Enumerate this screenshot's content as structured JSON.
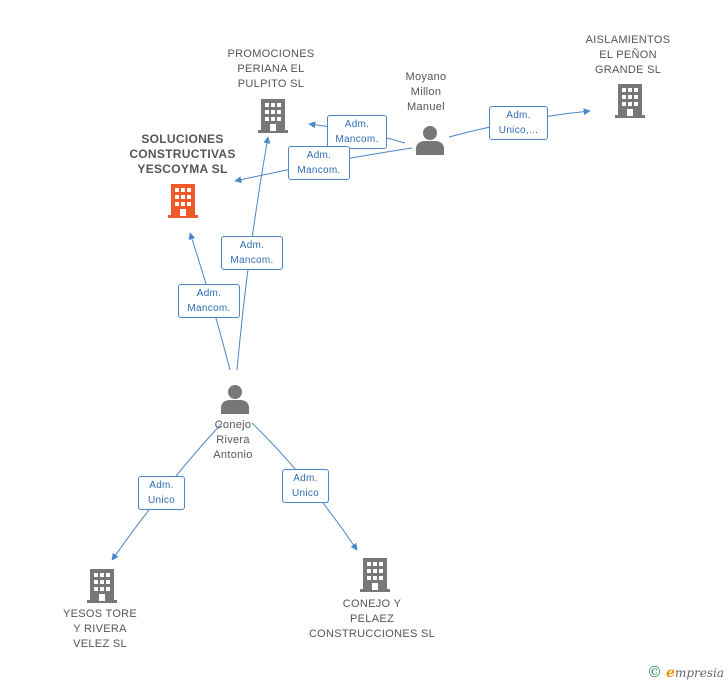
{
  "colors": {
    "edge": "#4a86c8",
    "company": "#777777",
    "focus_company": "#f05a28",
    "person": "#777777"
  },
  "nodes": {
    "promociones": {
      "label_lines": [
        "PROMOCIONES",
        "PERIANA EL",
        "PULPITO SL"
      ],
      "icon": "building-icon"
    },
    "aislamientos": {
      "label_lines": [
        "AISLAMIENTOS",
        "EL PEÑON",
        "GRANDE SL"
      ],
      "icon": "building-icon"
    },
    "moyano": {
      "label_lines": [
        "Moyano",
        "Millon",
        "Manuel"
      ],
      "icon": "person-icon"
    },
    "soluciones": {
      "label_lines": [
        "SOLUCIONES",
        "CONSTRUCTIVAS",
        "YESCOYMA SL"
      ],
      "icon": "building-icon"
    },
    "conejo": {
      "label_lines": [
        "Conejo",
        "Rivera",
        "Antonio"
      ],
      "icon": "person-icon"
    },
    "yesos": {
      "label_lines": [
        "YESOS TORE",
        "Y RIVERA",
        "VELEZ SL"
      ],
      "icon": "building-icon"
    },
    "conejo_pelaez": {
      "label_lines": [
        "CONEJO Y",
        "PELAEZ",
        "CONSTRUCCIONES SL"
      ],
      "icon": "building-icon"
    }
  },
  "edges": [
    {
      "id": "moyano-promociones",
      "label_lines": [
        "Adm.",
        "Mancom."
      ]
    },
    {
      "id": "moyano-soluciones",
      "label_lines": [
        "Adm.",
        "Mancom."
      ]
    },
    {
      "id": "moyano-aislamientos",
      "label_lines": [
        "Adm.",
        "Unico,..."
      ]
    },
    {
      "id": "conejo-promociones",
      "label_lines": [
        "Adm.",
        "Mancom."
      ]
    },
    {
      "id": "conejo-soluciones",
      "label_lines": [
        "Adm.",
        "Mancom."
      ]
    },
    {
      "id": "conejo-yesos",
      "label_lines": [
        "Adm.",
        "Unico"
      ]
    },
    {
      "id": "conejo-pelaez",
      "label_lines": [
        "Adm.",
        "Unico"
      ]
    }
  ],
  "brand": {
    "copyright": "©",
    "e": "e",
    "name": "mpresia"
  }
}
